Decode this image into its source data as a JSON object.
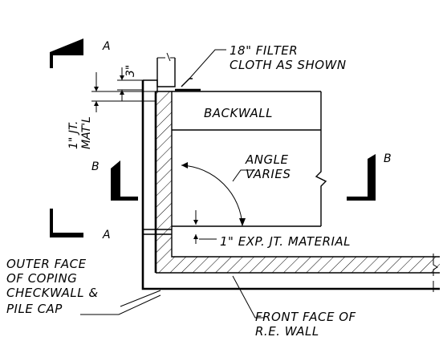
{
  "labels": {
    "filter_cloth_line1": "18\" FILTER",
    "filter_cloth_line2": "CLOTH AS SHOWN",
    "backwall": "BACKWALL",
    "angle_line1": "ANGLE",
    "angle_line2": "VARIES",
    "exp_jt": "1\"  EXP. JT. MATERIAL",
    "jt_line1": "1\" JT.",
    "jt_line2": "MAT'L",
    "dim_3": "3\"",
    "outer_face_line1": "OUTER FACE",
    "outer_face_line2": "OF COPING",
    "outer_face_line3": "CHECKWALL &",
    "outer_face_line4": "PILE CAP",
    "front_face_line1": "FRONT FACE OF",
    "front_face_line2": "R.E. WALL"
  },
  "section_marks": {
    "a_top": "A",
    "a_bottom": "A",
    "b_left": "B",
    "b_right": "B"
  }
}
